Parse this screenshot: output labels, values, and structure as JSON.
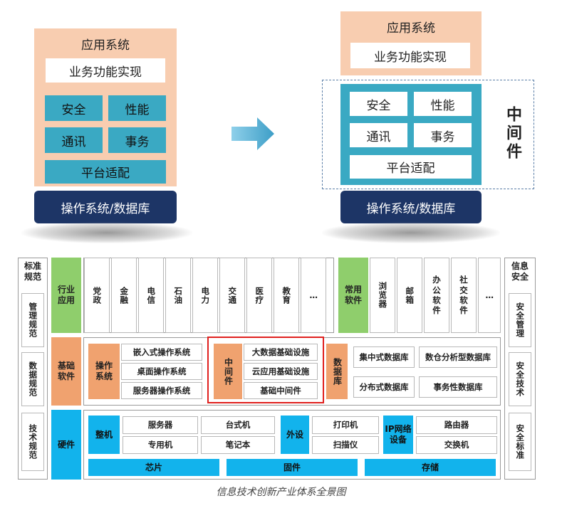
{
  "left_stack": {
    "app_system": "应用系统",
    "business": "业务功能实现",
    "security": "安全",
    "performance": "性能",
    "comm": "通讯",
    "transaction": "事务",
    "platform": "平台适配",
    "os_db": "操作系统/数据库"
  },
  "right_stack": {
    "app_system": "应用系统",
    "business": "业务功能实现",
    "security": "安全",
    "performance": "性能",
    "comm": "通讯",
    "transaction": "事务",
    "platform": "平台适配",
    "middleware": "中间件",
    "os_db": "操作系统/数据库"
  },
  "colors": {
    "peach": "#f8cdb0",
    "teal": "#3aa9c3",
    "navy": "#1d3566",
    "arrow": "#4aa8cc",
    "green": "#8fce6c",
    "orange": "#f0a26f",
    "cyan": "#12b3ec",
    "highlight": "#e0201e"
  },
  "panorama": {
    "left_header": "标准规范",
    "left_items": [
      "管理规范",
      "数据规范",
      "技术规范"
    ],
    "right_header": "信息安全",
    "right_items": [
      "安全管理",
      "安全技术",
      "安全标准"
    ],
    "industry_app": "行业应用",
    "industries": [
      "党政",
      "金融",
      "电信",
      "石油",
      "电力",
      "交通",
      "医疗",
      "教育",
      "…"
    ],
    "common_software": "常用软件",
    "common_items": [
      "浏览器",
      "邮箱",
      "办公软件",
      "社交软件",
      "…"
    ],
    "basic_software": "基础软件",
    "os_label": "操作系统",
    "os_items": [
      "嵌入式操作系统",
      "桌面操作系统",
      "服务器操作系统"
    ],
    "middleware_label": "中间件",
    "middleware_items": [
      "大数据基础设施",
      "云应用基础设施",
      "基础中间件"
    ],
    "db_label": "数据库",
    "db_items": [
      "集中式数据库",
      "数仓分析型数据库",
      "分布式数据库",
      "事务性数据库"
    ],
    "hardware": "硬件",
    "machine_label": "整机",
    "machine_items": [
      "服务器",
      "台式机",
      "专用机",
      "笔记本"
    ],
    "peripheral_label": "外设",
    "peripheral_items": [
      "打印机",
      "扫描仪"
    ],
    "ip_label": "IP网络设备",
    "ip_items": [
      "路由器",
      "交换机"
    ],
    "bottom_items": [
      "芯片",
      "固件",
      "存储"
    ]
  },
  "caption": "信息技术创新产业体系全景图"
}
